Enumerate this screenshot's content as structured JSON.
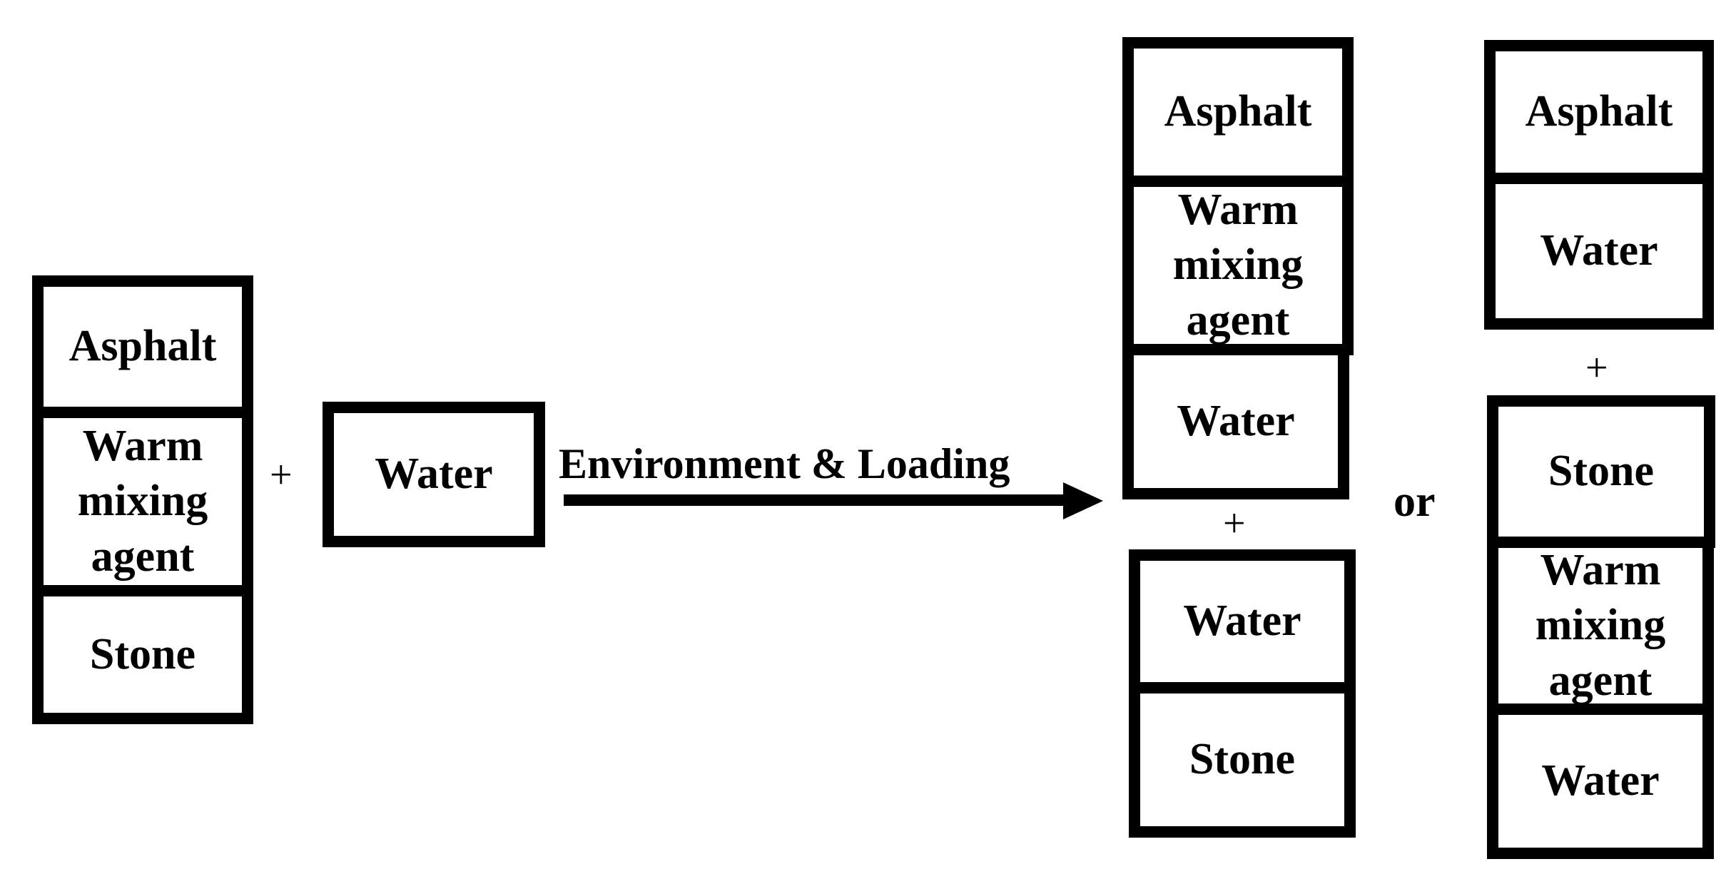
{
  "initial": {
    "asphalt": "Asphalt",
    "wma": "Warm mixing agent",
    "stone": "Stone",
    "plus": "+",
    "water": "Water"
  },
  "arrow_label": "Environment & Loading",
  "outcome_1": {
    "top": {
      "asphalt": "Asphalt",
      "wma": "Warm mixing agent",
      "water": "Water"
    },
    "plus": "+",
    "bottom": {
      "water": "Water",
      "stone": "Stone"
    }
  },
  "or_label": "or",
  "outcome_2": {
    "top": {
      "asphalt": "Asphalt",
      "water": "Water"
    },
    "plus": "+",
    "bottom": {
      "stone": "Stone",
      "wma": "Warm mixing agent",
      "water": "Water"
    }
  }
}
